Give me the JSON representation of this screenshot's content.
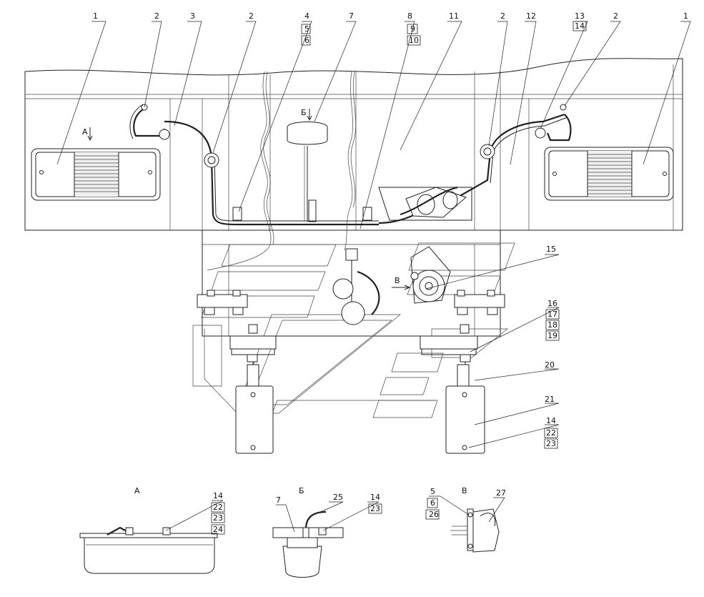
{
  "title": "",
  "callouts": {
    "c1_left": "1",
    "c2_a": "2",
    "c3": "3",
    "c2_b": "2",
    "c4": "4",
    "c5": "5",
    "c6": "6",
    "c7": "7",
    "c8": "8",
    "c9": "9",
    "c10": "10",
    "c11": "11",
    "c2_c": "2",
    "c12": "12",
    "c13": "13",
    "c14_top": "14",
    "c2_d": "2",
    "c1_right": "1",
    "c15": "15",
    "c16": "16",
    "c17": "17",
    "c18": "18",
    "c19": "19",
    "c20": "20",
    "c21": "21",
    "c14_mid": "14",
    "c22_mid": "22",
    "c23_mid": "23"
  },
  "view_markers": {
    "a": "А",
    "b": "Б",
    "v": "В"
  },
  "detail_a": {
    "title": "А",
    "c14": "14",
    "c22": "22",
    "c23": "23",
    "c24": "24"
  },
  "detail_b": {
    "title": "Б",
    "c7": "7",
    "c25": "25",
    "c14": "14",
    "c23": "23"
  },
  "detail_v": {
    "title": "В",
    "c5": "5",
    "c6": "6",
    "c26": "26",
    "c27": "27"
  }
}
